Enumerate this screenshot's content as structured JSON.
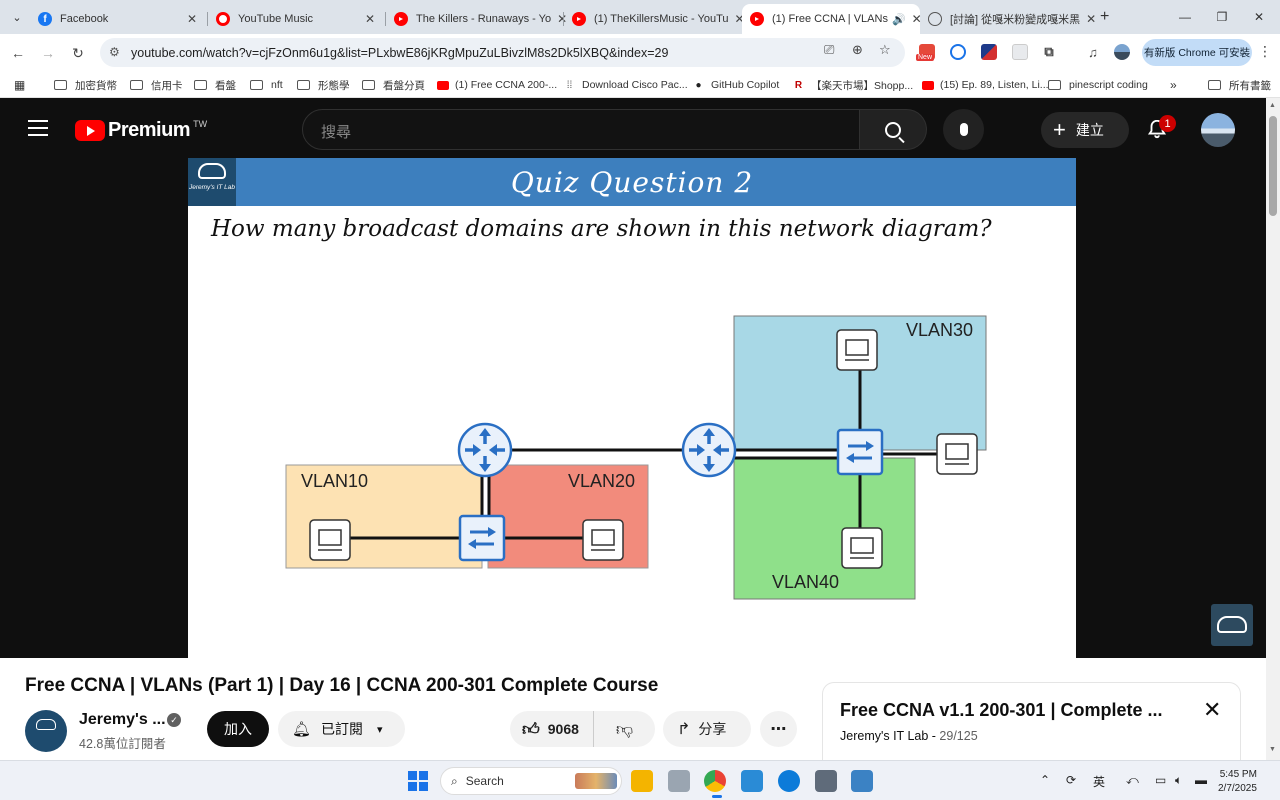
{
  "browser": {
    "tabs": [
      {
        "title": "Facebook",
        "favicon": "facebook-icon",
        "active": false
      },
      {
        "title": "YouTube Music",
        "favicon": "youtube-music-icon",
        "active": false
      },
      {
        "title": "The Killers - Runaways - Yo",
        "favicon": "youtube-icon",
        "active": false
      },
      {
        "title": "(1) TheKillersMusic - YouTu",
        "favicon": "youtube-icon",
        "active": false
      },
      {
        "title": "(1) Free CCNA | VLANs",
        "favicon": "youtube-icon",
        "active": true
      },
      {
        "title": "[討論] 從嘎米粉變成嘎米黑",
        "favicon": "globe-icon",
        "active": false
      }
    ],
    "url": "youtube.com/watch?v=cjFzOnm6u1g&list=PLxbwE86jKRgMpuZuLBivzlM8s2Dk5lXBQ&index=29",
    "new_badge": "New",
    "update_label": "有新版 Chrome 可安裝",
    "bookmarks": [
      {
        "label": "加密貨幣",
        "type": "folder"
      },
      {
        "label": "信用卡",
        "type": "folder"
      },
      {
        "label": "看盤",
        "type": "folder"
      },
      {
        "label": "nft",
        "type": "folder"
      },
      {
        "label": "形態學",
        "type": "folder"
      },
      {
        "label": "看盤分頁",
        "type": "folder"
      },
      {
        "label": "(1) Free CCNA 200-...",
        "type": "youtube"
      },
      {
        "label": "Download Cisco Pac...",
        "type": "cisco"
      },
      {
        "label": "GitHub Copilot",
        "type": "github"
      },
      {
        "label": "【楽天市場】Shopp...",
        "type": "rakuten"
      },
      {
        "label": "(15) Ep. 89, Listen, Li...",
        "type": "youtube"
      },
      {
        "label": "pinescript coding",
        "type": "folder"
      }
    ],
    "bookmarks_overflow": "»",
    "all_bookmarks": "所有書籤"
  },
  "youtube": {
    "logo_word": "Premium",
    "region": "TW",
    "search_placeholder": "搜尋",
    "create_label": "建立",
    "notification_count": "1"
  },
  "slide": {
    "logo_text": "Jeremy's IT Lab",
    "title": "Quiz Question 2",
    "question": "How many broadcast domains are shown in this network diagram?",
    "vlan_labels": [
      "VLAN10",
      "VLAN20",
      "VLAN30",
      "VLAN40"
    ],
    "colors": {
      "header": "#3d7fbe",
      "vlan10": "#fde2b3",
      "vlan20": "#f28b7c",
      "vlan30": "#a8d8e6",
      "vlan40": "#8fe08a",
      "device": "#2a6fc4"
    }
  },
  "video": {
    "title": "Free CCNA | VLANs (Part 1) | Day 16 | CCNA 200-301 Complete Course",
    "channel_name": "Jeremy's ...",
    "subscribers": "42.8萬位訂閱者",
    "join_label": "加入",
    "subscribed_label": "已訂閱",
    "likes": "9068",
    "share_label": "分享"
  },
  "playlist": {
    "title": "Free CCNA v1.1 200-301 | Complete ...",
    "channel": "Jeremy's IT Lab",
    "position": "29/125"
  },
  "taskbar": {
    "search_label": "Search",
    "ime": "英",
    "time": "5:45 PM",
    "date": "2/7/2025"
  }
}
